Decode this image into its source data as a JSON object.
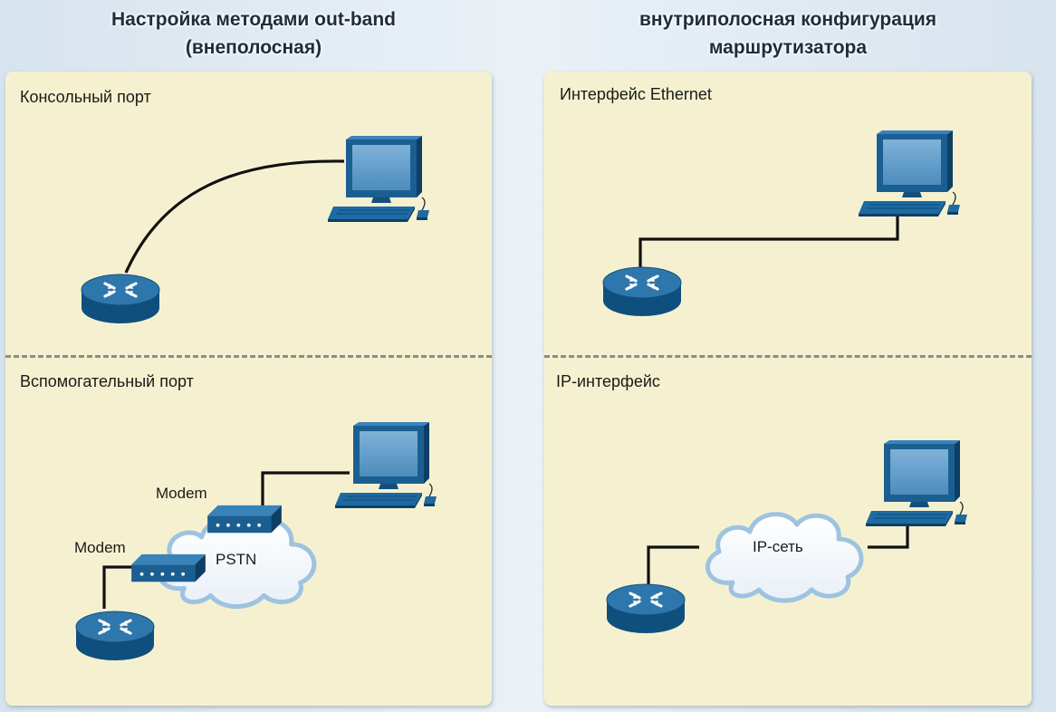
{
  "left": {
    "title_line1": "Настройка методами out-band",
    "title_line2": "(внеполосная)",
    "top_label": "Консольный порт",
    "bottom_label": "Вспомогательный порт",
    "modem1_label": "Modem",
    "modem2_label": "Modem",
    "cloud_label": "PSTN"
  },
  "right": {
    "title_line1": "внутриполосная конфигурация",
    "title_line2": "маршрутизатора",
    "top_label": "Интерфейс Ethernet",
    "bottom_label": "IP-интерфейс",
    "cloud_label": "IP-сеть"
  },
  "colors": {
    "panel": "#f5f1d0",
    "device_blue": "#1d5d8c",
    "cable": "#111111",
    "divider": "#8c8c8c"
  },
  "icons": [
    "router-icon",
    "computer-icon",
    "modem-icon",
    "cloud-icon"
  ]
}
